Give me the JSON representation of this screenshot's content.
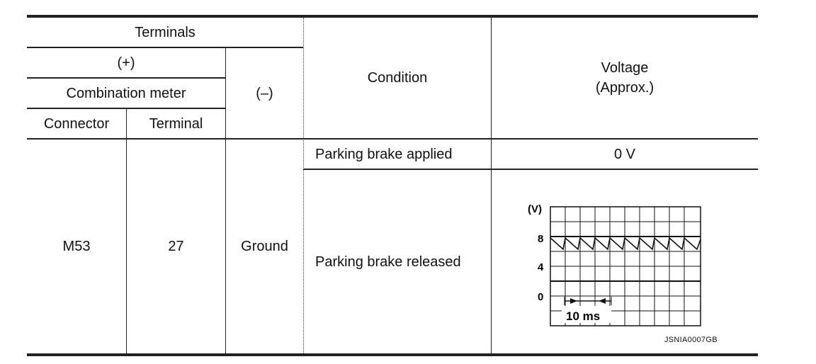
{
  "header": {
    "terminals": "Terminals",
    "plus": "(+)",
    "combination_meter": "Combination meter",
    "minus": "(–)",
    "connector": "Connector",
    "terminal": "Terminal",
    "condition": "Condition",
    "voltage_line1": "Voltage",
    "voltage_line2": "(Approx.)"
  },
  "row": {
    "connector": "M53",
    "terminal": "27",
    "ground": "Ground",
    "conditions": [
      {
        "label": "Parking brake applied",
        "voltage": "0 V"
      },
      {
        "label": "Parking brake released"
      }
    ]
  },
  "waveform": {
    "unit": "(V)",
    "y_labels": [
      "8",
      "4",
      "0"
    ],
    "time_label": "10 ms",
    "ref_code": "JSNIA0007GB"
  }
}
